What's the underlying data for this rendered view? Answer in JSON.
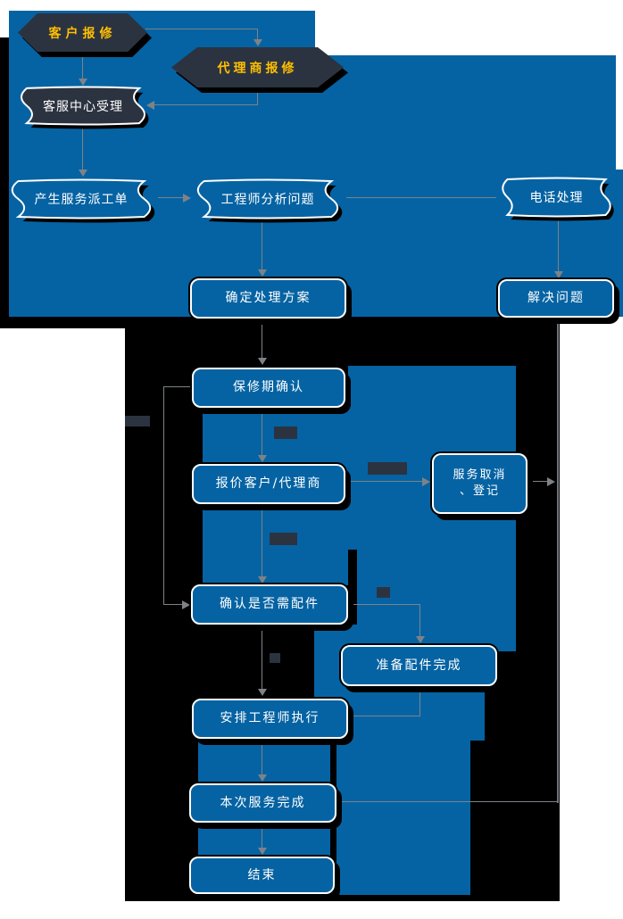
{
  "diagram": {
    "type": "flowchart",
    "language": "zh-CN",
    "colors": {
      "background": "#FFFFFF",
      "panel_blue": "#0563A3",
      "panel_black": "#000000",
      "shape_navy": "#2C3340",
      "shape_border": "#FFFFFF",
      "text_white": "#FFFFFF",
      "text_yellow": "#FFC000",
      "connector_grey": "#7E8287"
    },
    "nodes": {
      "customer_report": {
        "label": "客户报修",
        "shape": "hexagon"
      },
      "agent_report": {
        "label": "代理商报修",
        "shape": "hexagon"
      },
      "service_center": {
        "label": "客服中心受理",
        "shape": "banner"
      },
      "dispatch_order": {
        "label": "产生服务派工单",
        "shape": "banner"
      },
      "engineer_analysis": {
        "label": "工程师分析问题",
        "shape": "banner"
      },
      "phone_handling": {
        "label": "电话处理",
        "shape": "banner"
      },
      "determine_plan": {
        "label": "确定处理方案",
        "shape": "rounded"
      },
      "solve_problem": {
        "label": "解决问题",
        "shape": "rounded"
      },
      "warranty_confirm": {
        "label": "保修期确认",
        "shape": "rounded"
      },
      "quote_customer": {
        "label": "报价客户/代理商",
        "shape": "rounded"
      },
      "service_cancel": {
        "label": "服务取消、登记",
        "label_line1": "服务取消",
        "label_line2": "、登记",
        "shape": "rounded"
      },
      "confirm_parts": {
        "label": "确认是否需配件",
        "shape": "rounded"
      },
      "parts_ready": {
        "label": "准备配件完成",
        "shape": "rounded"
      },
      "arrange_engineer": {
        "label": "安排工程师执行",
        "shape": "rounded"
      },
      "service_complete": {
        "label": "本次服务完成",
        "shape": "rounded"
      },
      "end": {
        "label": "结束",
        "shape": "rounded"
      }
    },
    "edges": [
      {
        "from": "客户报修",
        "to": "客服中心受理"
      },
      {
        "from": "客户报修",
        "to": "代理商报修"
      },
      {
        "from": "代理商报修",
        "to": "客服中心受理"
      },
      {
        "from": "客服中心受理",
        "to": "产生服务派工单"
      },
      {
        "from": "产生服务派工单",
        "to": "工程师分析问题"
      },
      {
        "from": "工程师分析问题",
        "to": "电话处理"
      },
      {
        "from": "工程师分析问题",
        "to": "确定处理方案"
      },
      {
        "from": "电话处理",
        "to": "解决问题"
      },
      {
        "from": "确定处理方案",
        "to": "保修期确认"
      },
      {
        "from": "保修期确认",
        "to": "报价客户/代理商"
      },
      {
        "from": "保修期确认",
        "to": "确认是否需配件"
      },
      {
        "from": "报价客户/代理商",
        "to": "服务取消、登记"
      },
      {
        "from": "报价客户/代理商",
        "to": "确认是否需配件"
      },
      {
        "from": "服务取消、登记",
        "to": "本次服务完成"
      },
      {
        "from": "解决问题",
        "to": "本次服务完成"
      },
      {
        "from": "确认是否需配件",
        "to": "准备配件完成"
      },
      {
        "from": "确认是否需配件",
        "to": "安排工程师执行"
      },
      {
        "from": "准备配件完成",
        "to": "安排工程师执行"
      },
      {
        "from": "安排工程师执行",
        "to": "本次服务完成"
      },
      {
        "from": "本次服务完成",
        "to": "结束"
      }
    ]
  }
}
